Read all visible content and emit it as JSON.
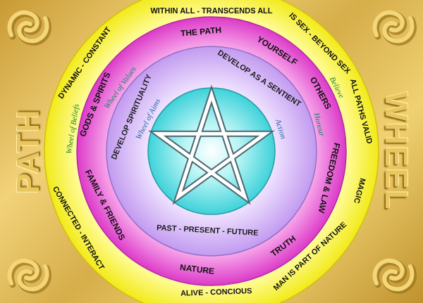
{
  "diagram": {
    "nodes": [
      {
        "text": [
          "WITHIN ALL - TRANSCENDS ALL",
          "IS SEX - BEYOND SEX",
          "ALL PATHS VALID",
          "Believe",
          "MAGIC",
          "MAN IS PART OF NATURE",
          "ALIVE - CONCIOUS",
          "CONNECTED - INTERACT",
          "Wheel of Beliefs",
          "DYNAMIC - CONSTANT"
        ]
      },
      {
        "text": [
          "THE PATH",
          "YOURSELF",
          "OTHERS",
          "Honour",
          "FREEDOM & LAW",
          "TRUTH",
          "NATURE",
          "FAMILY & FRIENDS",
          "GODS & SPIRITS",
          "Wheel of Values"
        ],
        "in": 0
      },
      {
        "text": [
          "DEVELOP AS A SENTIENT",
          "Action",
          "PAST - PRESENT - FUTURE",
          "DEVELOP SPIRITUALITY",
          "Wheel of Aims"
        ],
        "in": 1
      }
    ],
    "labels": [
      "PATH",
      "WHEEL"
    ]
  }
}
